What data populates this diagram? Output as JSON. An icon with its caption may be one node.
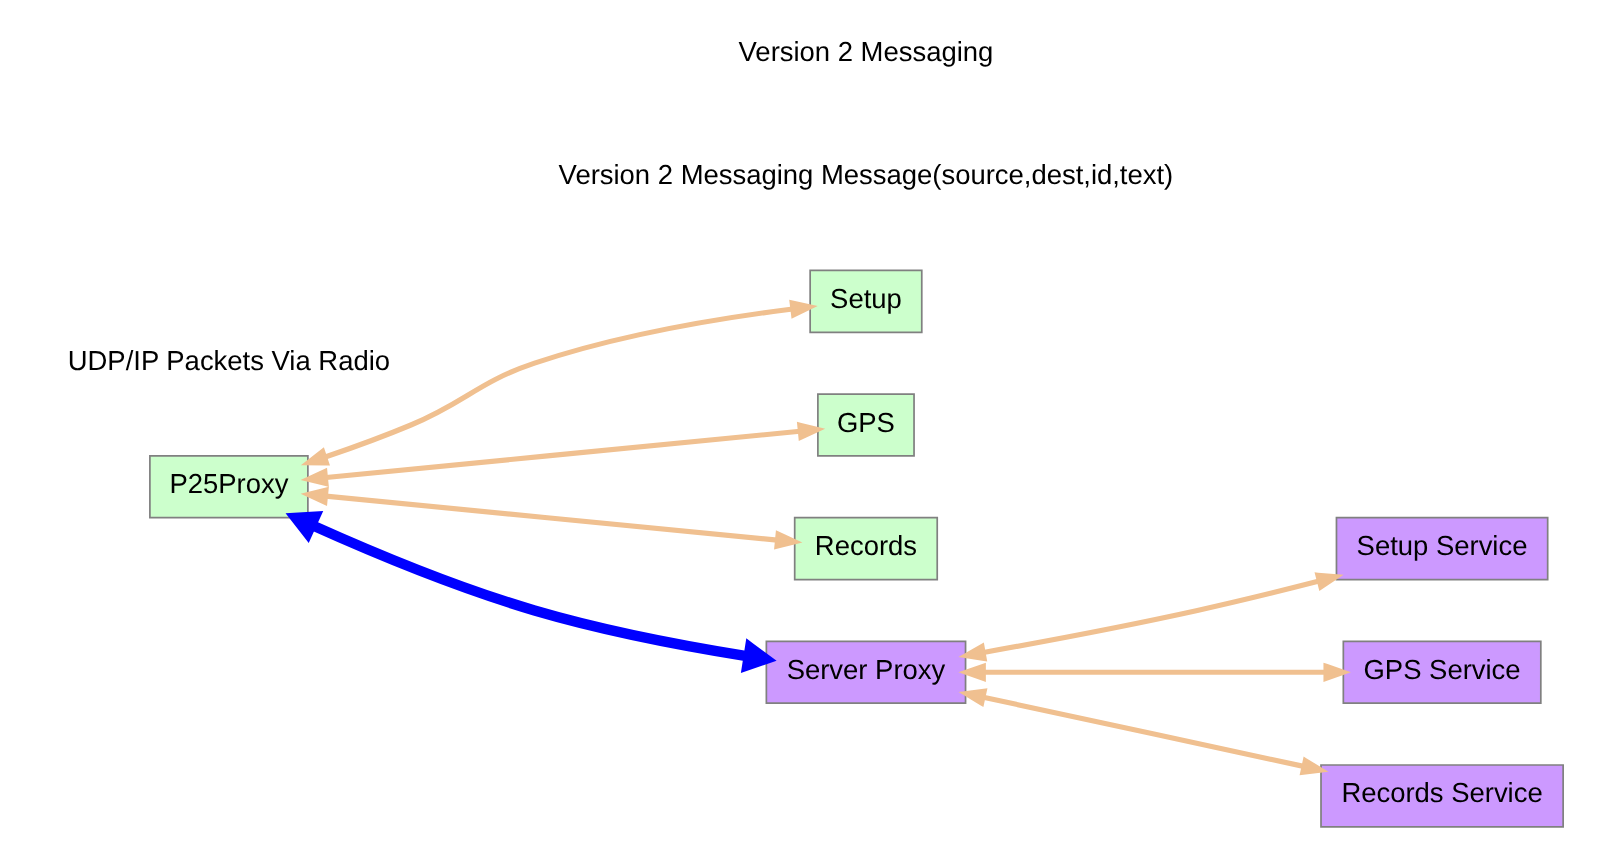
{
  "diagram": {
    "nodes": [
      {
        "text": [
          "Setup"
        ]
      },
      {
        "text": [
          "GPS"
        ]
      },
      {
        "text": [
          "Records"
        ]
      },
      {
        "text": [
          "P25Proxy"
        ]
      },
      {
        "text": [
          "Server Proxy"
        ]
      },
      {
        "text": [
          "Setup Service"
        ]
      },
      {
        "text": [
          "GPS Service"
        ]
      },
      {
        "text": [
          "Records Service"
        ]
      }
    ],
    "edges": [
      {
        "from": 3,
        "to": 0,
        "arrow": "both"
      },
      {
        "from": 3,
        "to": 1,
        "arrow": "both"
      },
      {
        "from": 3,
        "to": 2,
        "arrow": "both"
      },
      {
        "from": 3,
        "to": 4,
        "arrow": "both",
        "style": "thick",
        "color": "#0000ff"
      },
      {
        "from": 4,
        "to": 5,
        "arrow": "both"
      },
      {
        "from": 4,
        "to": 6,
        "arrow": "both"
      },
      {
        "from": 4,
        "to": 7,
        "arrow": "both"
      }
    ],
    "labels": [
      "Version 2 Messaging Message(source,dest,id,text)",
      "UDP/IP Packets Via Radio",
      "Version 2 Messaging"
    ]
  }
}
